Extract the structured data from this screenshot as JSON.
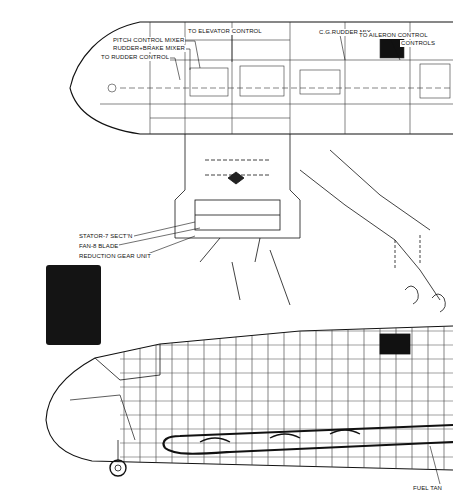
{
  "diagram": {
    "labels": [
      "TO ELEVATOR CONTROL",
      "PITCH CONTROL MIXER",
      "RUDDER+BRAKE MIXER",
      "TO RUDDER CONTROL",
      "C.G.RUDDER MIX",
      "TO AILERON CONTROL",
      "CONTROLS",
      "STATOR-7 SECT'N",
      "FAN-8 BLADE",
      "REDUCTION GEAR UNIT",
      "FUEL TAN"
    ]
  }
}
